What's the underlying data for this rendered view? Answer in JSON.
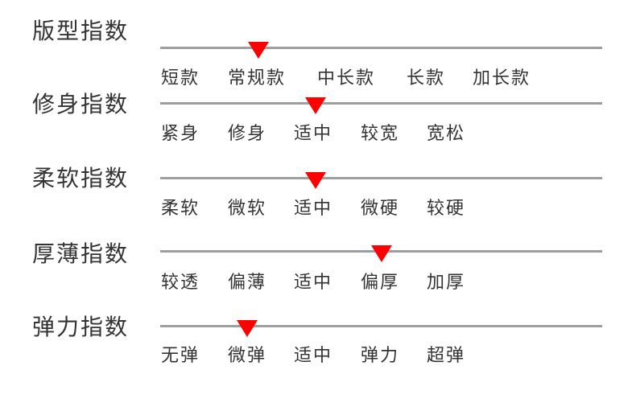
{
  "accent_color": "#ff0000",
  "line_color": "#9e9e9e",
  "indices": [
    {
      "title": "版型指数",
      "options": [
        "短款",
        "常规款",
        "中长款",
        "长款",
        "加长款"
      ],
      "selected": "常规款"
    },
    {
      "title": "修身指数",
      "options": [
        "紧身",
        "修身",
        "适中",
        "较宽",
        "宽松"
      ],
      "selected": "适中"
    },
    {
      "title": "柔软指数",
      "options": [
        "柔软",
        "微软",
        "适中",
        "微硬",
        "较硬"
      ],
      "selected": "适中"
    },
    {
      "title": "厚薄指数",
      "options": [
        "较透",
        "偏薄",
        "适中",
        "偏厚",
        "加厚"
      ],
      "selected": "偏厚"
    },
    {
      "title": "弹力指数",
      "options": [
        "无弹",
        "微弹",
        "适中",
        "弹力",
        "超弹"
      ],
      "selected": "微弹"
    }
  ]
}
